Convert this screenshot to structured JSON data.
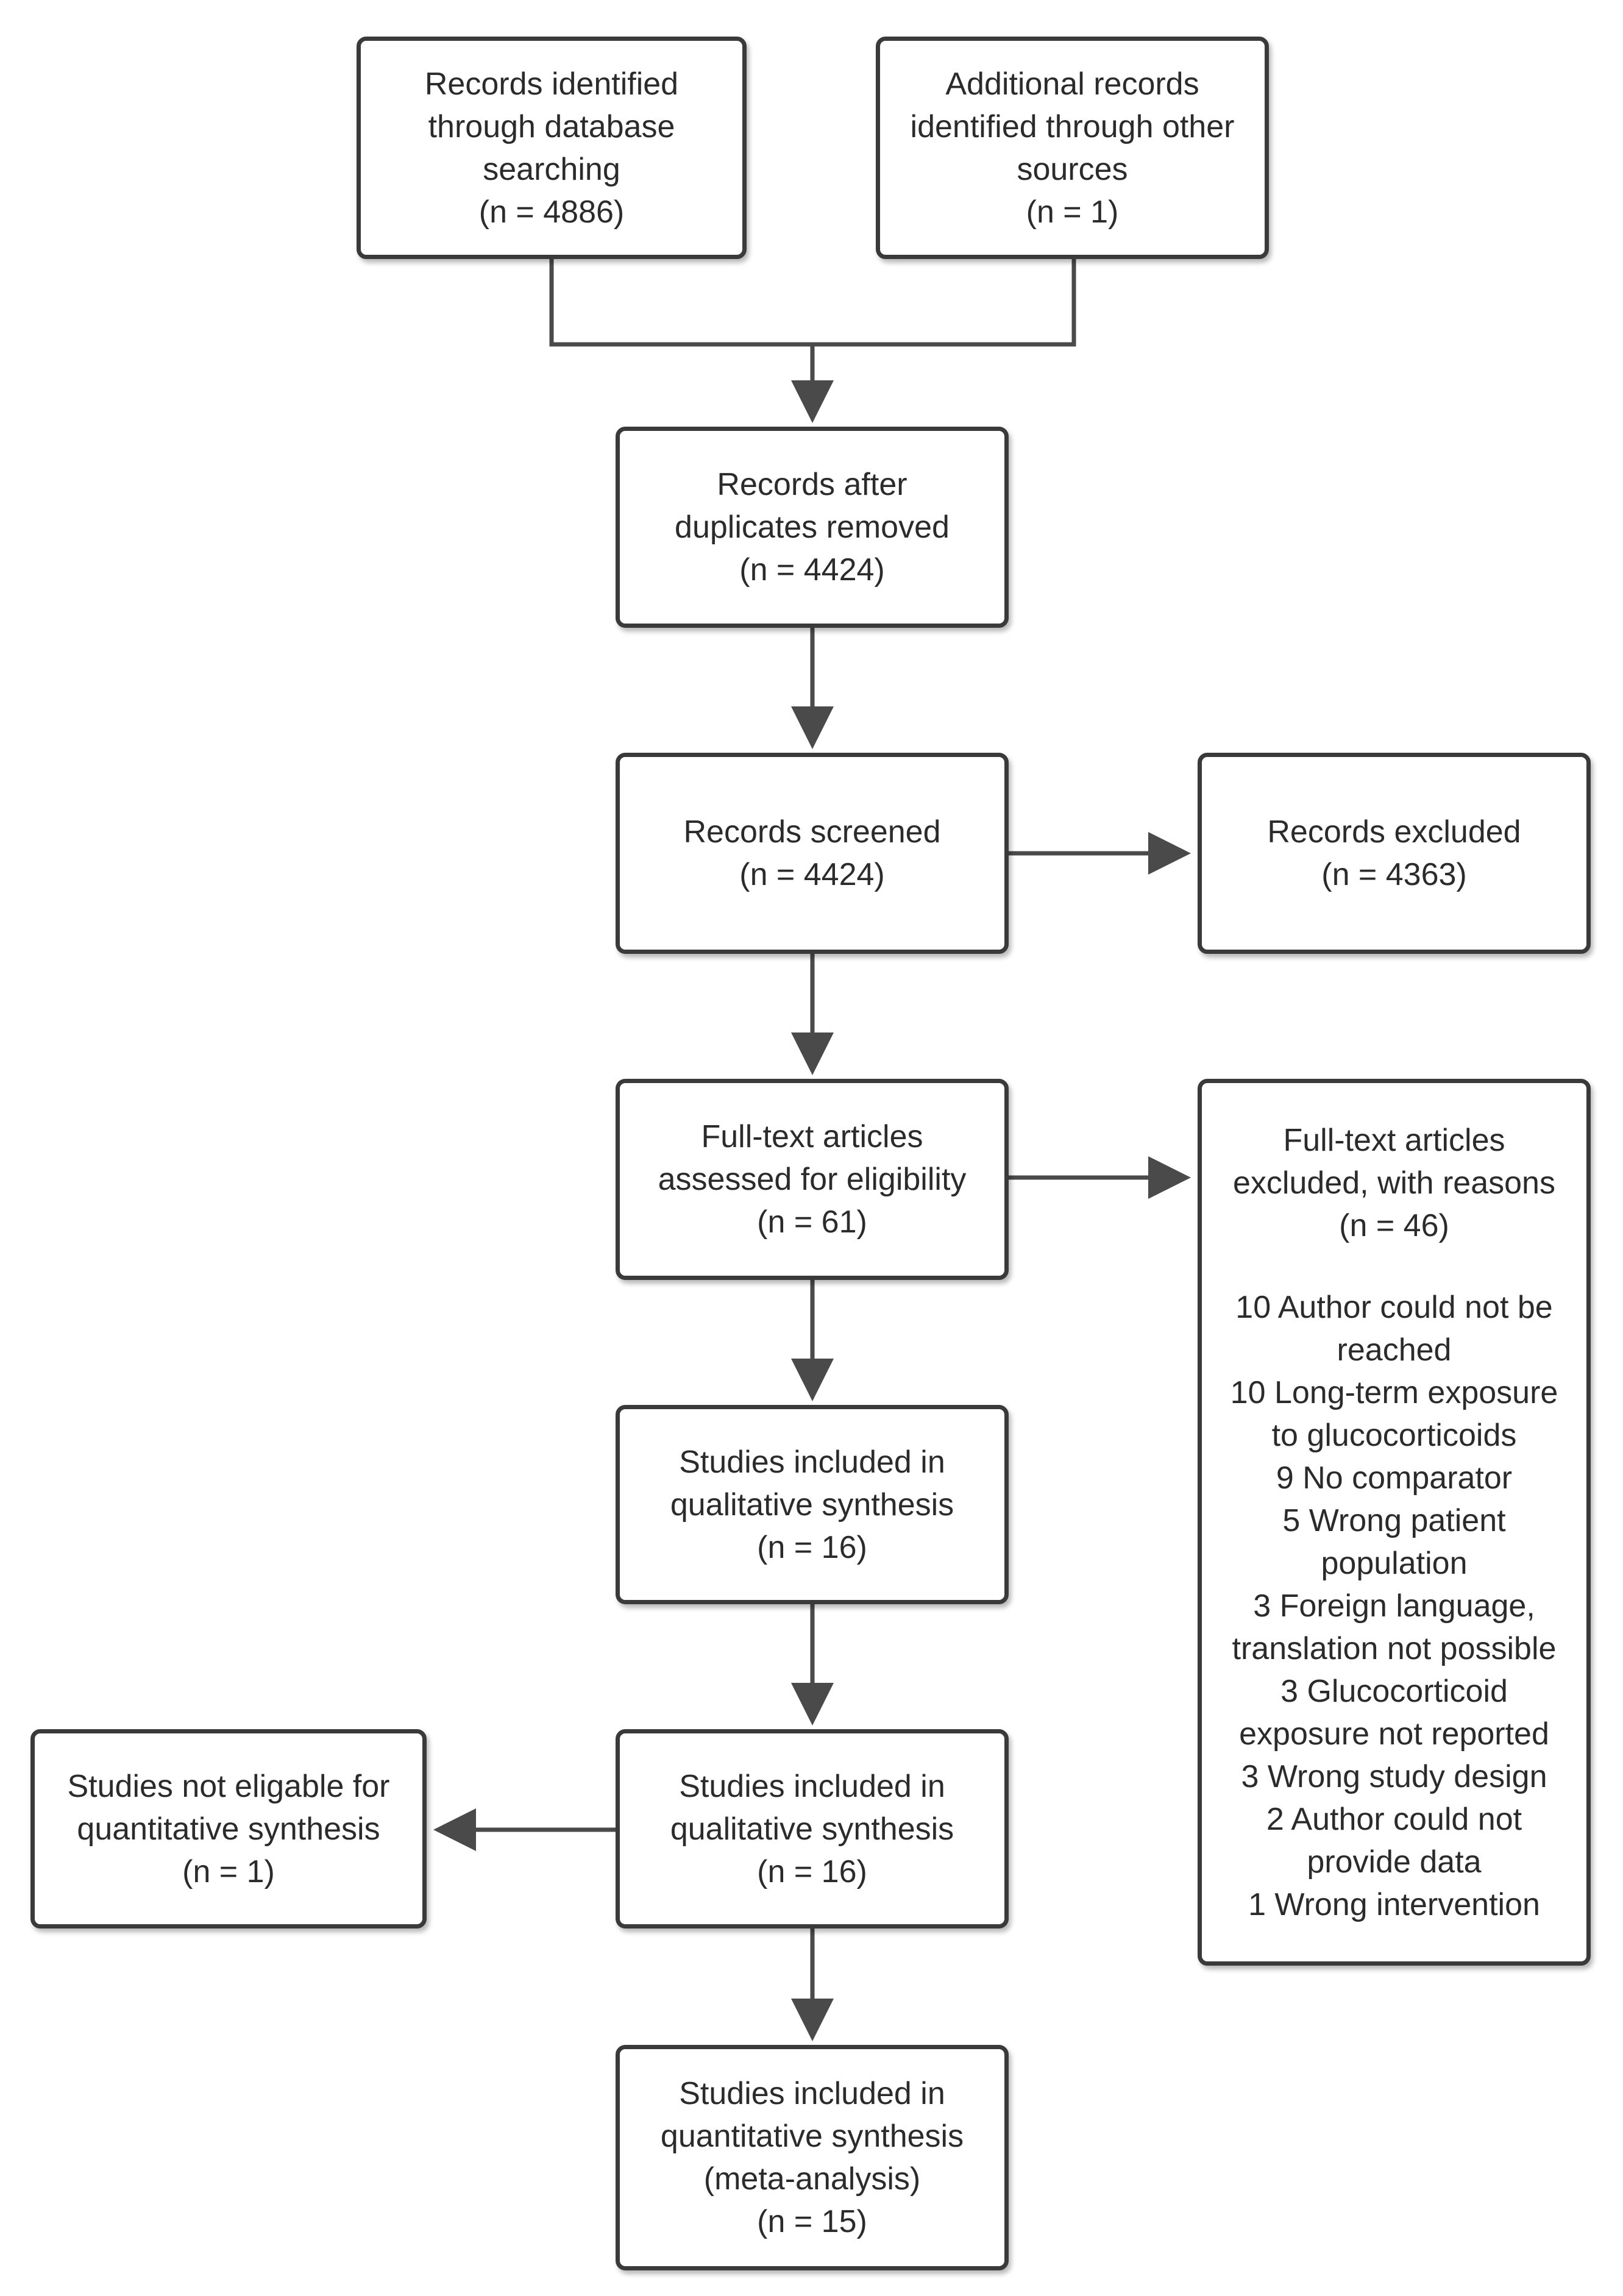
{
  "boxes": {
    "db_search": [
      "Records identified",
      "through database",
      "searching",
      "(n = 4886)"
    ],
    "other_sources": [
      "Additional records",
      "identified through other",
      "sources",
      "(n = 1)"
    ],
    "after_duplicates": [
      "Records after",
      "duplicates removed",
      "(n = 4424)"
    ],
    "screened": [
      "Records screened",
      "(n = 4424)"
    ],
    "excluded": [
      "Records excluded",
      "(n = 4363)"
    ],
    "fulltext": [
      "Full-text articles",
      "assessed for eligibility",
      "(n = 61)"
    ],
    "fulltext_excluded": {
      "header": [
        "Full-text articles",
        "excluded, with reasons",
        "(n = 46)"
      ],
      "reasons": [
        "10 Author could not be",
        "reached",
        "10 Long-term exposure",
        "to glucocorticoids",
        "9 No comparator",
        "5 Wrong patient",
        "population",
        "3 Foreign language,",
        "translation not possible",
        "3 Glucocorticoid",
        "exposure not reported",
        "3 Wrong study design",
        "2 Author could not",
        "provide data",
        "1 Wrong intervention"
      ]
    },
    "qualitative_1": [
      "Studies included in",
      "qualitative synthesis",
      "(n = 16)"
    ],
    "qualitative_2": [
      "Studies included in",
      "qualitative synthesis",
      "(n = 16)"
    ],
    "not_eligible": [
      "Studies not eligable for",
      "quantitative synthesis",
      "(n = 1)"
    ],
    "quantitative": [
      "Studies included in",
      "quantitative synthesis",
      "(meta-analysis)",
      "(n = 15)"
    ]
  },
  "colors": {
    "border": "#3a3a3a",
    "arrow": "#4a4a4a",
    "text": "#2b2b2b"
  }
}
